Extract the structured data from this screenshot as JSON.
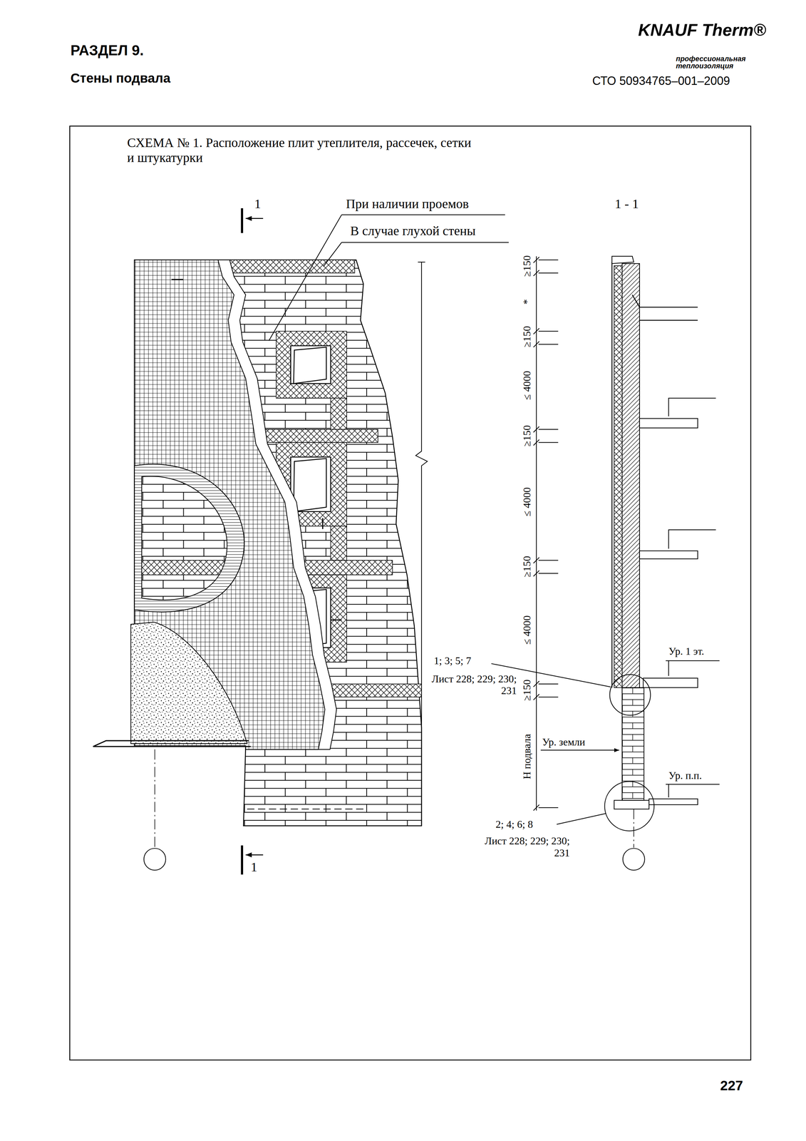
{
  "diagram": {
    "title": "СХЕМА № 1. Расположение плит утеплителя, рассечек, сетки и штукатурки",
    "labels": [
      "РАЗДЕЛ 9.",
      "Стены подвала",
      "KNAUF Therm®",
      "профессиональная теплоизоляция",
      "СТО 50934765–001–2009",
      "1",
      "При наличии проемов",
      "В случае глухой стены",
      "1 - 1",
      "≥150",
      "*",
      "≥150",
      "≤ 4000",
      "≥150",
      "≤ 4000",
      "≥150",
      "≤ 4000",
      "≥150",
      "Н подвала",
      "1; 3; 5; 7",
      "Лист 228; 229; 230; 231",
      "Ур. 1 эт.",
      "Ур. земли",
      "Ур. п.п.",
      "2; 4; 6; 8",
      "Лист 228; 229; 230; 231",
      "1",
      "227"
    ]
  }
}
